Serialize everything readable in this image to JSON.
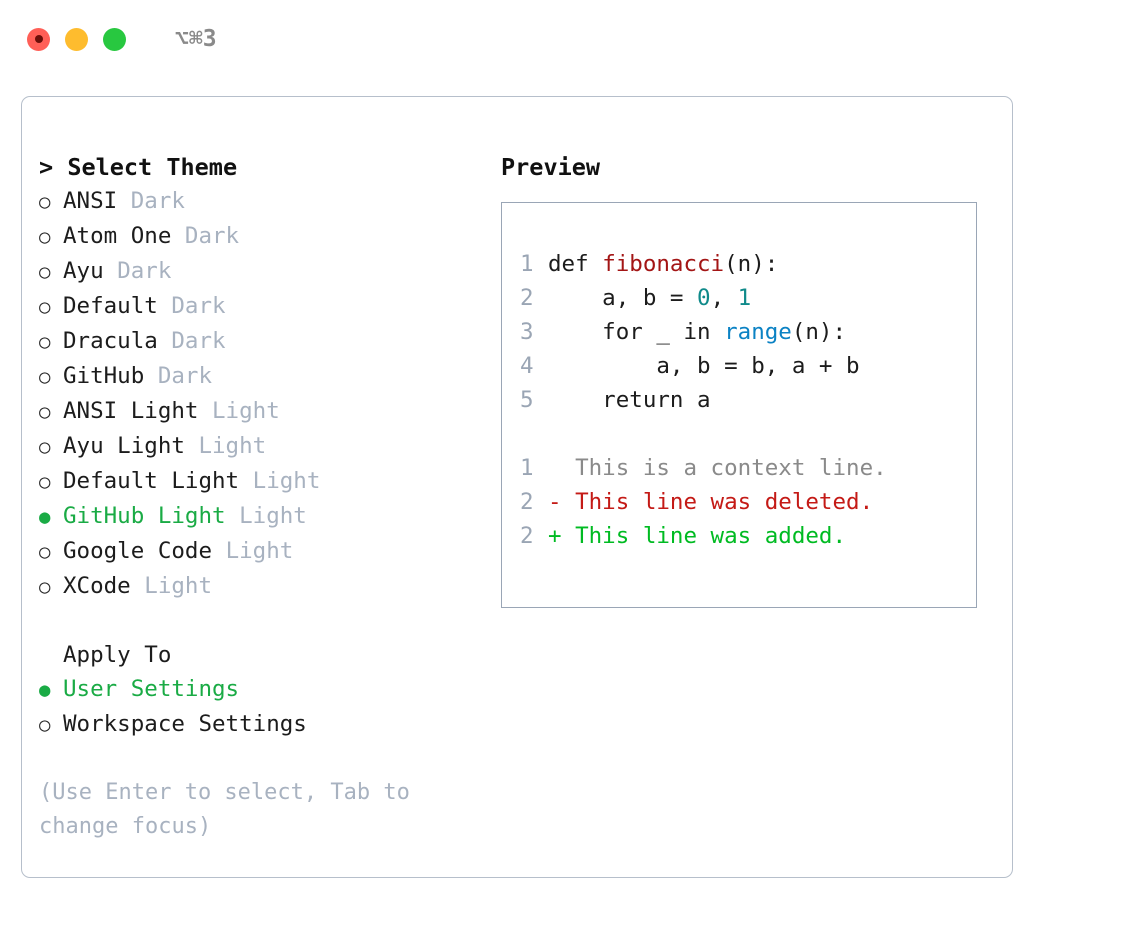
{
  "titlebar": {
    "shortcut": "⌥⌘3",
    "lights": [
      {
        "name": "close",
        "color": "#ff5f57"
      },
      {
        "name": "minimize",
        "color": "#febc2e"
      },
      {
        "name": "zoom",
        "color": "#28c840"
      }
    ]
  },
  "theme_picker": {
    "header_caret": ">",
    "header": "Select Theme",
    "selected_marker": "●",
    "unselected_marker": "○",
    "selected_color": "#1aab45",
    "tag_color": "#a8b2c0",
    "items": [
      {
        "marker": "○",
        "name": "ANSI",
        "tag": "Dark",
        "selected": false
      },
      {
        "marker": "○",
        "name": "Atom One",
        "tag": "Dark",
        "selected": false
      },
      {
        "marker": "○",
        "name": "Ayu",
        "tag": "Dark",
        "selected": false
      },
      {
        "marker": "○",
        "name": "Default",
        "tag": "Dark",
        "selected": false
      },
      {
        "marker": "○",
        "name": "Dracula",
        "tag": "Dark",
        "selected": false
      },
      {
        "marker": "○",
        "name": "GitHub",
        "tag": "Dark",
        "selected": false
      },
      {
        "marker": "○",
        "name": "ANSI Light",
        "tag": "Light",
        "selected": false
      },
      {
        "marker": "○",
        "name": "Ayu Light",
        "tag": "Light",
        "selected": false
      },
      {
        "marker": "○",
        "name": "Default Light",
        "tag": "Light",
        "selected": false
      },
      {
        "marker": "●",
        "name": "GitHub Light",
        "tag": "Light",
        "selected": true
      },
      {
        "marker": "○",
        "name": "Google Code",
        "tag": "Light",
        "selected": false
      },
      {
        "marker": "○",
        "name": "XCode",
        "tag": "Light",
        "selected": false
      }
    ]
  },
  "apply_to": {
    "label": "Apply To",
    "options": [
      {
        "marker": "●",
        "name": "User Settings",
        "selected": true
      },
      {
        "marker": "○",
        "name": "Workspace Settings",
        "selected": false
      }
    ]
  },
  "hint": "(Use Enter to select, Tab to change focus)",
  "preview": {
    "title": "Preview",
    "code_lines": [
      {
        "num": "1",
        "tokens": [
          {
            "text": "def ",
            "kind": "plain"
          },
          {
            "text": "fibonacci",
            "kind": "fn"
          },
          {
            "text": "(n):",
            "kind": "plain"
          }
        ]
      },
      {
        "num": "2",
        "tokens": [
          {
            "text": "    a, b = ",
            "kind": "plain"
          },
          {
            "text": "0",
            "kind": "num"
          },
          {
            "text": ", ",
            "kind": "plain"
          },
          {
            "text": "1",
            "kind": "num"
          }
        ]
      },
      {
        "num": "3",
        "tokens": [
          {
            "text": "    for _ in ",
            "kind": "plain"
          },
          {
            "text": "range",
            "kind": "call"
          },
          {
            "text": "(n):",
            "kind": "plain"
          }
        ]
      },
      {
        "num": "4",
        "tokens": [
          {
            "text": "        a, b = b, a + b",
            "kind": "plain"
          }
        ]
      },
      {
        "num": "5",
        "tokens": [
          {
            "text": "    return a",
            "kind": "plain"
          }
        ]
      }
    ],
    "diff_lines": [
      {
        "num": "1",
        "sign": "  ",
        "text": "This is a context line.",
        "kind": "context"
      },
      {
        "num": "2",
        "sign": "- ",
        "text": "This line was deleted.",
        "kind": "deleted"
      },
      {
        "num": "2",
        "sign": "+ ",
        "text": "This line was added.",
        "kind": "added"
      }
    ],
    "colors": {
      "function": "#a31515",
      "number": "#0f8a8a",
      "call": "#0b82c4",
      "gutter": "#9aa5b4",
      "diff_context": "#8a8a8a",
      "diff_deleted": "#c41a16",
      "diff_added": "#00bb22"
    }
  }
}
